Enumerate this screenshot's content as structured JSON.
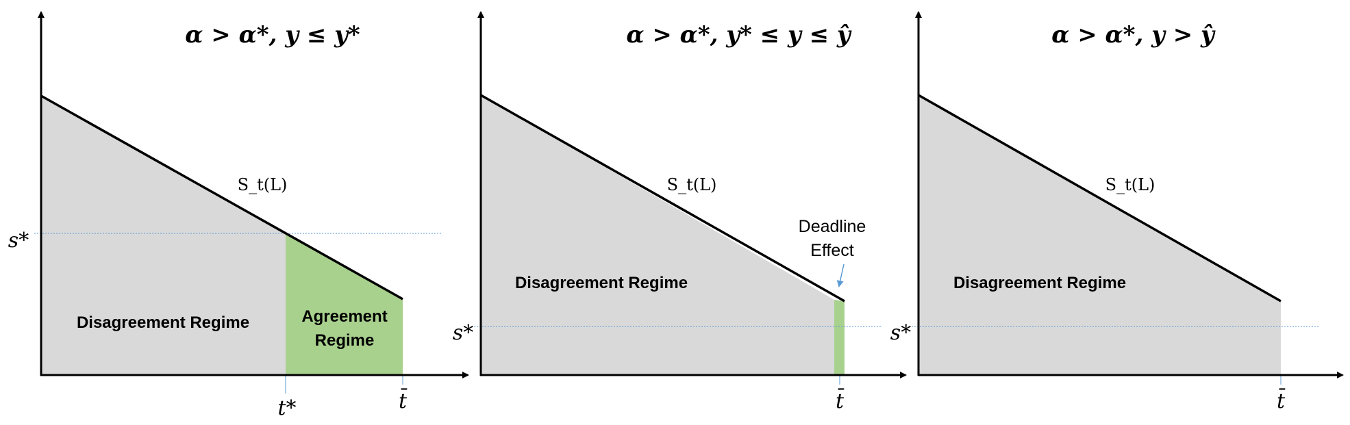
{
  "colors": {
    "disagreement_fill": "#d9d9d9",
    "agreement_fill": "#a9d18e",
    "axis": "#000000",
    "curve": "#000000",
    "guide": "#5b9bd5"
  },
  "panels": [
    {
      "title": "α > α*, y ≤ y*",
      "curve_label": "S_t(L)",
      "s_star_label": "s*",
      "disagreement_label": "Disagreement Regime",
      "agreement_label_line1": "Agreement",
      "agreement_label_line2": "Regime",
      "t_star_label": "t*",
      "t_bar_label": "t̄"
    },
    {
      "title": "α > α*, y* ≤ y ≤ ŷ",
      "curve_label": "S_t(L)",
      "s_star_label": "s*",
      "disagreement_label": "Disagreement Regime",
      "deadline_line1": "Deadline",
      "deadline_line2": "Effect",
      "t_bar_label": "t̄"
    },
    {
      "title": "α > α*, y > ŷ",
      "curve_label": "S_t(L)",
      "s_star_label": "s*",
      "disagreement_label": "Disagreement Regime",
      "t_bar_label": "t̄"
    }
  ]
}
